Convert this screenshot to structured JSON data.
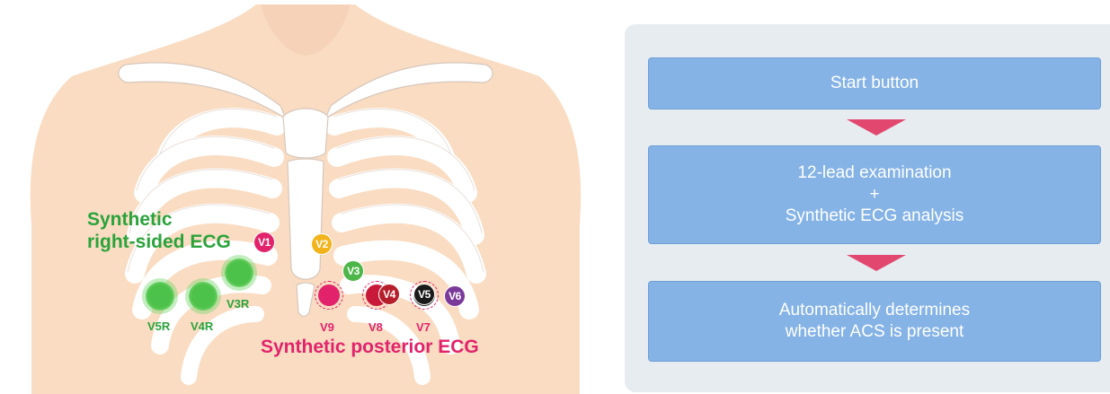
{
  "chest": {
    "right_title": [
      "Synthetic",
      "right-sided ECG"
    ],
    "posterior_title": "Synthetic posterior ECG",
    "right_labels": [
      "V5R",
      "V4R",
      "V3R"
    ],
    "posterior_labels": [
      "V9",
      "V8",
      "V7"
    ],
    "badges": [
      {
        "text": "V1",
        "color": "#e2236b"
      },
      {
        "text": "V2",
        "color": "#f2b31c"
      },
      {
        "text": "V3",
        "color": "#4cb748"
      },
      {
        "text": "V4",
        "color": "#b51e2a"
      },
      {
        "text": "V5",
        "color": "#1a1a1a"
      },
      {
        "text": "V6",
        "color": "#7a3a9a"
      }
    ],
    "posterior_dot_colors": [
      "#e2236b",
      "#c8193a",
      "#1a1a1a"
    ],
    "skin_color": "#f9dcc2",
    "bone_color": "#ffffff"
  },
  "flow": {
    "step1": "Start button",
    "step2": [
      "12-lead examination",
      "+",
      "Synthetic ECG analysis"
    ],
    "step3": [
      "Automatically determines",
      "whether ACS is present"
    ],
    "box_color": "#85b3e6",
    "arrow_color": "#e2486f",
    "panel_color": "#e7ecf0"
  }
}
